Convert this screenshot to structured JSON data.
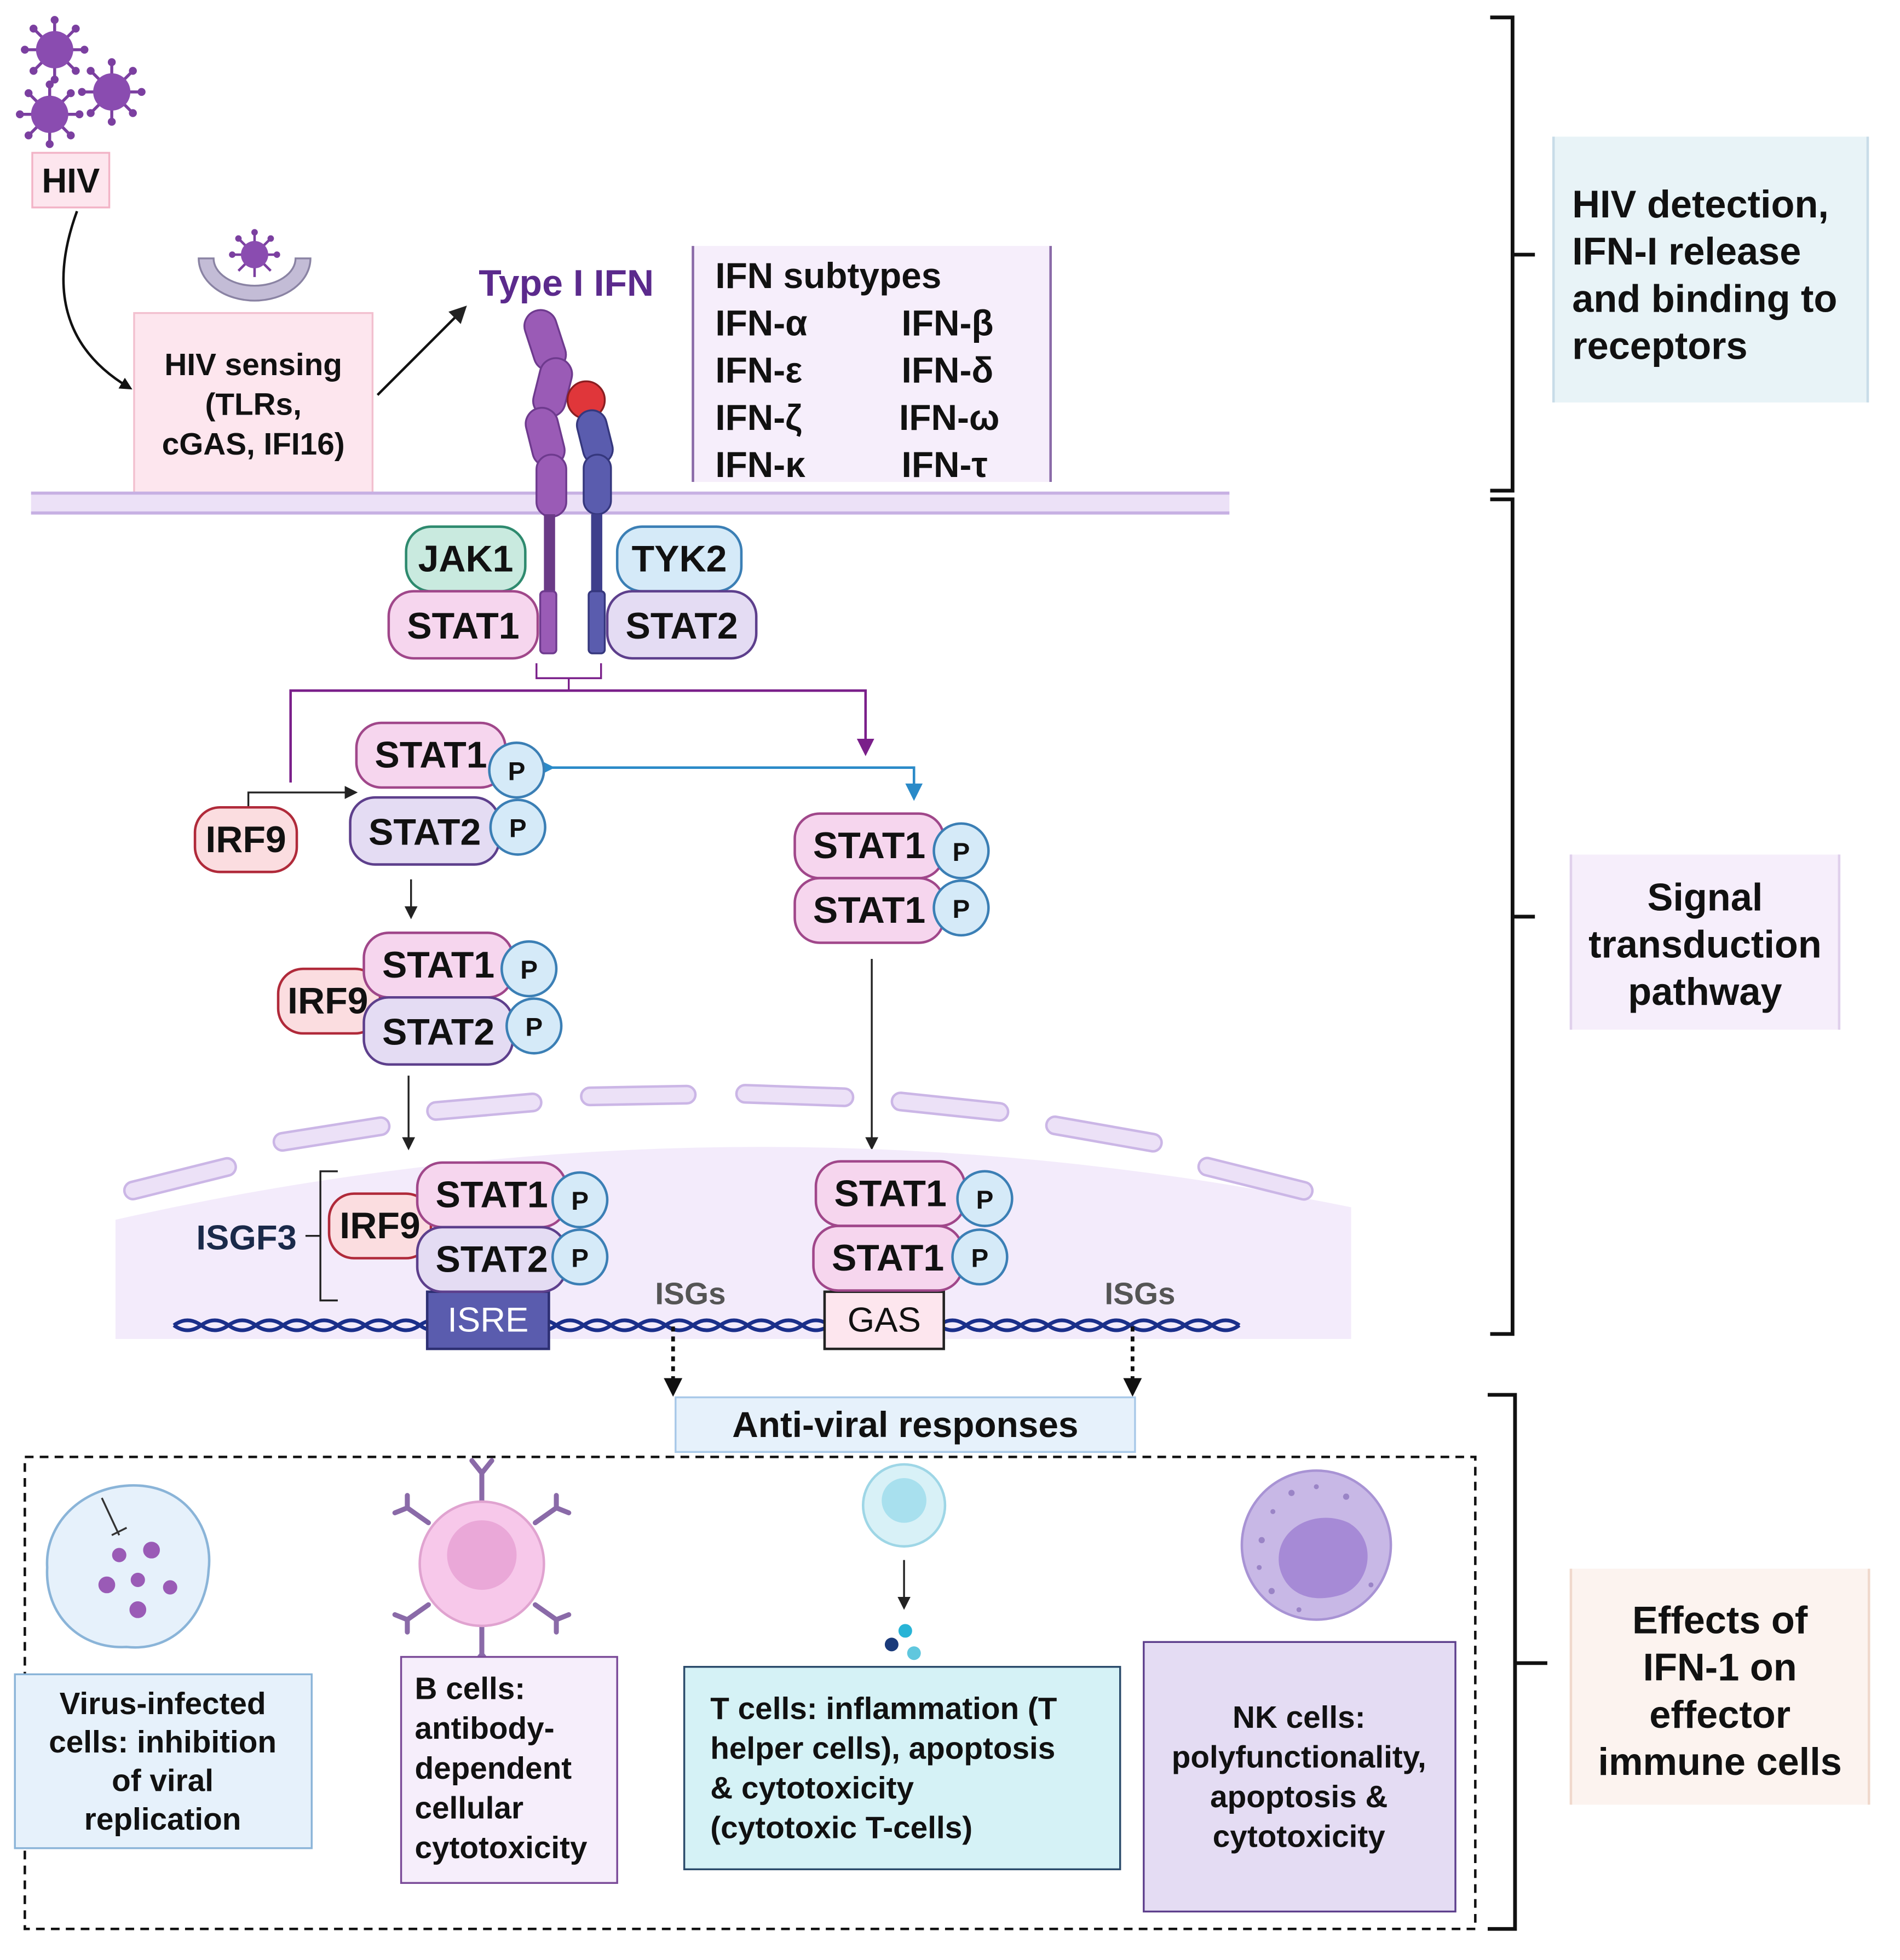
{
  "hiv_label": "HIV",
  "sensing": {
    "line1": "HIV sensing",
    "line2": "(TLRs,",
    "line3": "cGAS, IFI16)"
  },
  "type1_ifn": "Type I IFN",
  "subtypes": {
    "title": "IFN subtypes",
    "left": [
      "IFN-α",
      "IFN-ε",
      "IFN-ζ",
      "IFN-κ"
    ],
    "right": [
      "IFN-β",
      "IFN-δ",
      "IFN-ω",
      "IFN-τ"
    ]
  },
  "receptor": {
    "jak1": "JAK1",
    "tyk2": "TYK2",
    "stat1": "STAT1",
    "stat2": "STAT2"
  },
  "proteins": {
    "stat1": "STAT1",
    "stat2": "STAT2",
    "irf9": "IRF9",
    "p": "P"
  },
  "nucleus": {
    "isgf3": "ISGF3",
    "isre": "ISRE",
    "gas": "GAS",
    "isgs": "ISGs"
  },
  "antiviral": "Anti-viral responses",
  "cells": {
    "virus": [
      "Virus-infected",
      "cells: inhibition",
      "of viral",
      "replication"
    ],
    "bcell": [
      "B cells:",
      "antibody-",
      "dependent",
      "cellular",
      "cytotoxicity"
    ],
    "tcell": [
      "T cells: inflammation (T",
      "helper cells), apoptosis",
      "&  cytotoxicity",
      "(cytotoxic T-cells)"
    ],
    "nkcell": [
      "NK cells:",
      "polyfunctionality,",
      "apoptosis &",
      "cytotoxicity"
    ]
  },
  "stages": {
    "detection": [
      "HIV detection,",
      "IFN-I release",
      "and binding to",
      "receptors"
    ],
    "signal": [
      "Signal",
      "transduction",
      "pathway"
    ],
    "effects": [
      "Effects of",
      "IFN-1 on",
      "effector",
      "immune cells"
    ]
  },
  "colors": {
    "virus": "#7b3fa0",
    "stat1_fill": "#f6d6ee",
    "stat1_stroke": "#a0478a",
    "stat2_fill": "#e4dcf3",
    "stat2_stroke": "#5d3f8c",
    "p_fill": "#d5eaf8",
    "p_stroke": "#3b7fb5",
    "irf9_fill": "#fbdde0",
    "irf9_stroke": "#b02a3a",
    "ifn_text": "#5b2a8c",
    "dna": "#1a2f8a"
  }
}
